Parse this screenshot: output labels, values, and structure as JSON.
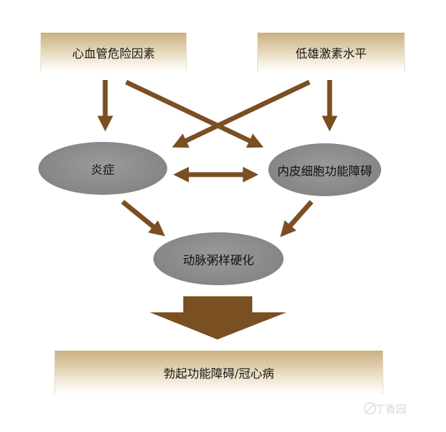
{
  "nodes": {
    "risk_factors": "心血管危险因素",
    "androgen": "低雄激素水平",
    "inflammation": "炎症",
    "endothelial": "内皮细胞功能障碍",
    "atherosclerosis": "动脉粥样硬化",
    "outcome": "勃起功能障碍/冠心病"
  },
  "watermark": {
    "text": "丁香园"
  },
  "colors": {
    "arrow": "#7a4f22",
    "ellipse": "#8c8c8c",
    "box_top": "#c9b083"
  }
}
